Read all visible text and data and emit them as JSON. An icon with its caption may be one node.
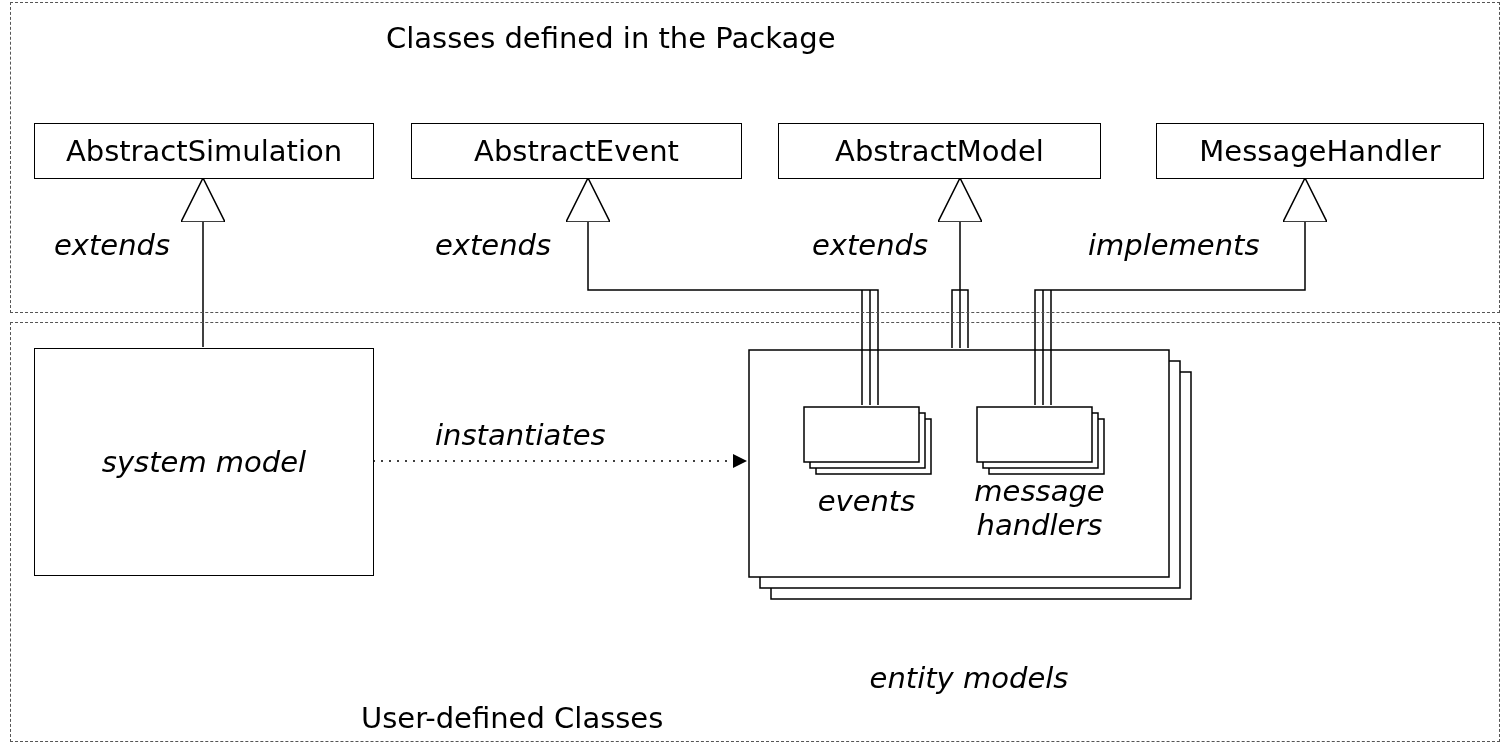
{
  "diagram": {
    "nodes": [
      {
        "text": [
          "Classes defined in the Package"
        ]
      },
      {
        "text": [
          "AbstractSimulation"
        ],
        "in": 0
      },
      {
        "text": [
          "AbstractEvent"
        ],
        "in": 0
      },
      {
        "text": [
          "AbstractModel"
        ],
        "in": 0
      },
      {
        "text": [
          "MessageHandler"
        ],
        "in": 0
      },
      {
        "text": [
          "User-defined Classes"
        ]
      },
      {
        "text": [
          "system model"
        ],
        "in": 5
      },
      {
        "text": [
          "entity models"
        ],
        "in": 5
      },
      {
        "text": [
          "events"
        ],
        "in": 7
      },
      {
        "text": [
          "message handlers"
        ],
        "in": 7
      }
    ],
    "edges": [
      {
        "from": 6,
        "to": 1,
        "arrow": "to",
        "label": "extends"
      },
      {
        "from": 8,
        "to": 2,
        "arrow": "to",
        "label": "extends"
      },
      {
        "from": 7,
        "to": 3,
        "arrow": "to",
        "label": "extends"
      },
      {
        "from": 9,
        "to": 4,
        "arrow": "to",
        "label": "implements"
      },
      {
        "from": 6,
        "to": 7,
        "arrow": "to",
        "label": "instantiates",
        "style": "dashed"
      }
    ]
  }
}
